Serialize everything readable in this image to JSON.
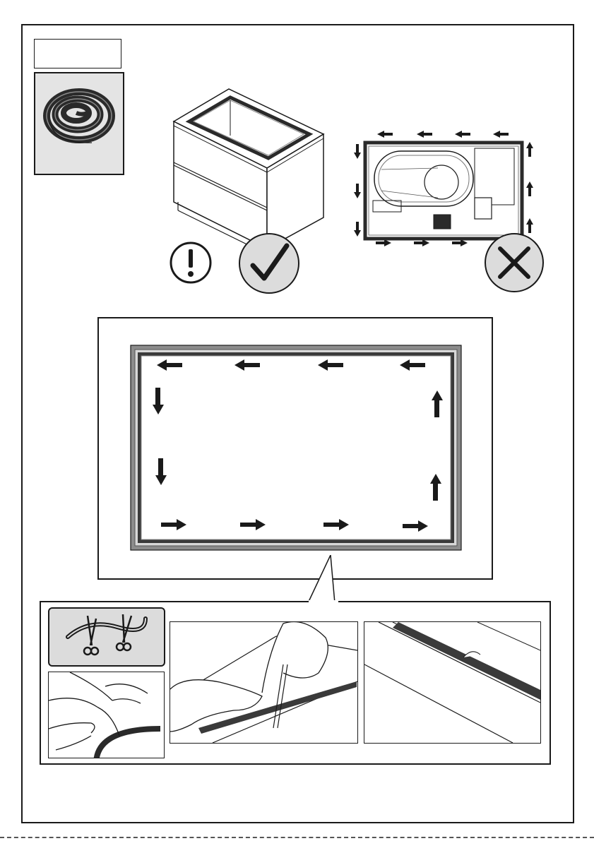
{
  "page": {
    "title_label_box": "",
    "steps": [
      {
        "id": "material",
        "icon": "gasket-tape-roll-icon"
      },
      {
        "id": "cabinet-ok",
        "icon": "check-mark-icon",
        "status": "correct"
      },
      {
        "id": "warning",
        "icon": "exclamation-icon"
      },
      {
        "id": "hob-underside-wrong",
        "icon": "cross-mark-icon",
        "status": "incorrect"
      },
      {
        "id": "seal-direction",
        "icon": "arrow-icon"
      },
      {
        "id": "cut-seal",
        "icon": "scissors-icon"
      },
      {
        "id": "apply-seal",
        "icon": "hand-icon"
      },
      {
        "id": "seal-joint",
        "icon": "seal-joint-icon"
      }
    ],
    "colors": {
      "line": "#1a1a1a",
      "panel_bg": "#e4e4e4",
      "seal": "#3a3a3a",
      "frame_grey": "#8c8c8c",
      "circle_grey": "#dcdcdc"
    }
  }
}
